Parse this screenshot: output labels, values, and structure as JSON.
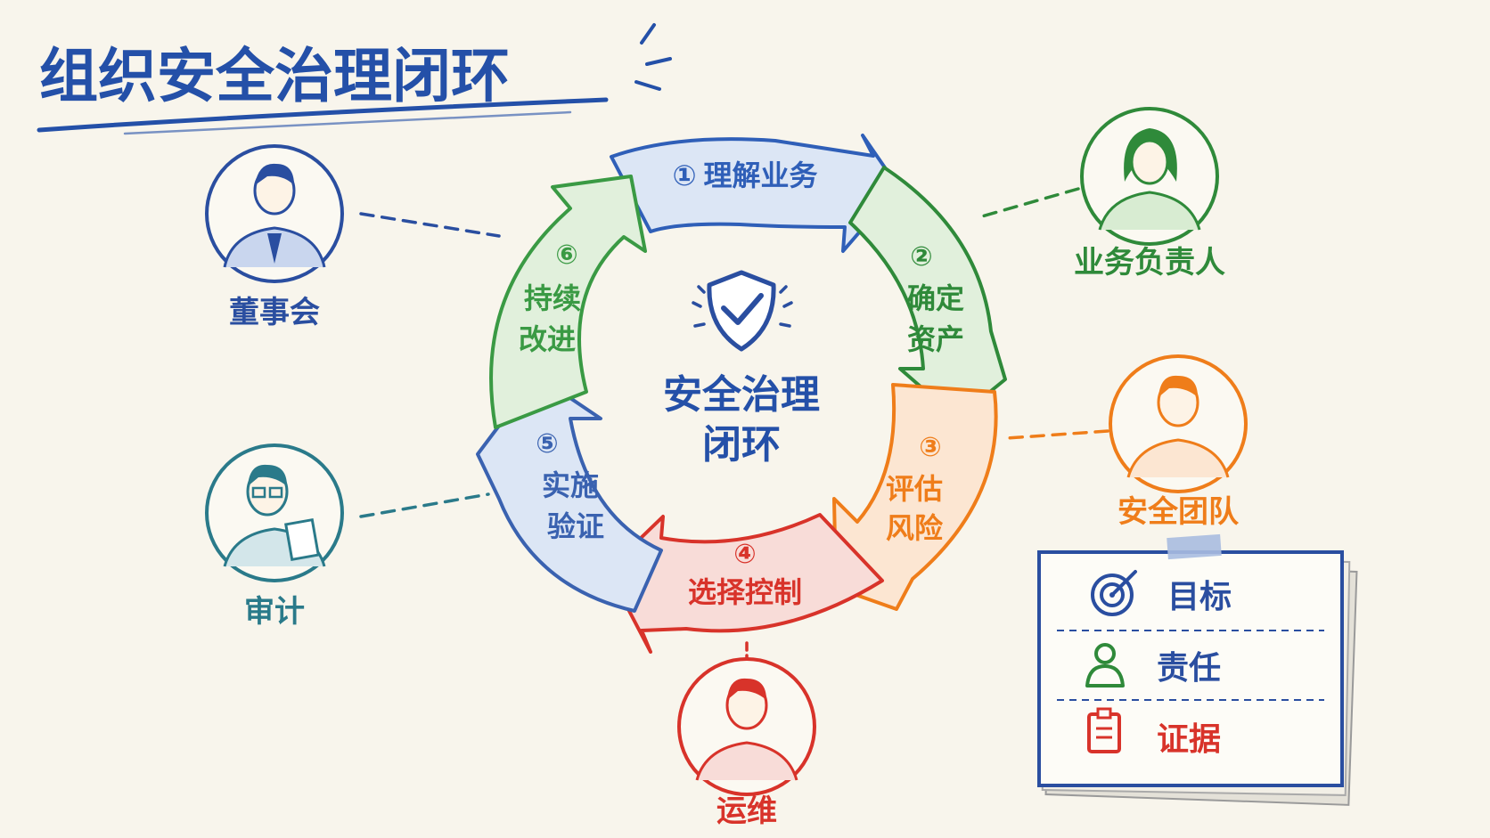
{
  "title": "组织安全治理闭环",
  "center": {
    "line1": "安全治理",
    "line2": "闭环",
    "icon": "shield-check-icon"
  },
  "steps": [
    {
      "num": "①",
      "label": "理解业务",
      "color": "#2f5fb8"
    },
    {
      "num": "②",
      "line1": "确定",
      "line2": "资产",
      "color": "#2f8a3a"
    },
    {
      "num": "③",
      "line1": "评估",
      "line2": "风险",
      "color": "#ef7d1a"
    },
    {
      "num": "④",
      "label": "选择控制",
      "color": "#d8332a"
    },
    {
      "num": "⑤",
      "line1": "实施",
      "line2": "验证",
      "color": "#3a62b0"
    },
    {
      "num": "⑥",
      "line1": "持续",
      "line2": "改进",
      "color": "#3a9a44"
    }
  ],
  "roles": [
    {
      "label": "董事会",
      "color": "#2a4ea0",
      "icon": "board-member-avatar-icon"
    },
    {
      "label": "业务负责人",
      "color": "#2f8a3a",
      "icon": "business-owner-avatar-icon"
    },
    {
      "label": "安全团队",
      "color": "#ef7d1a",
      "icon": "security-team-avatar-icon"
    },
    {
      "label": "运维",
      "color": "#d8332a",
      "icon": "operations-avatar-icon"
    },
    {
      "label": "审计",
      "color": "#2a7a8a",
      "icon": "auditor-avatar-icon"
    }
  ],
  "legend": [
    {
      "label": "目标",
      "icon": "target-icon",
      "color": "#2a4ea0"
    },
    {
      "label": "责任",
      "icon": "person-icon",
      "color": "#2f8a3a"
    },
    {
      "label": "证据",
      "icon": "clipboard-icon",
      "color": "#d8332a"
    }
  ]
}
